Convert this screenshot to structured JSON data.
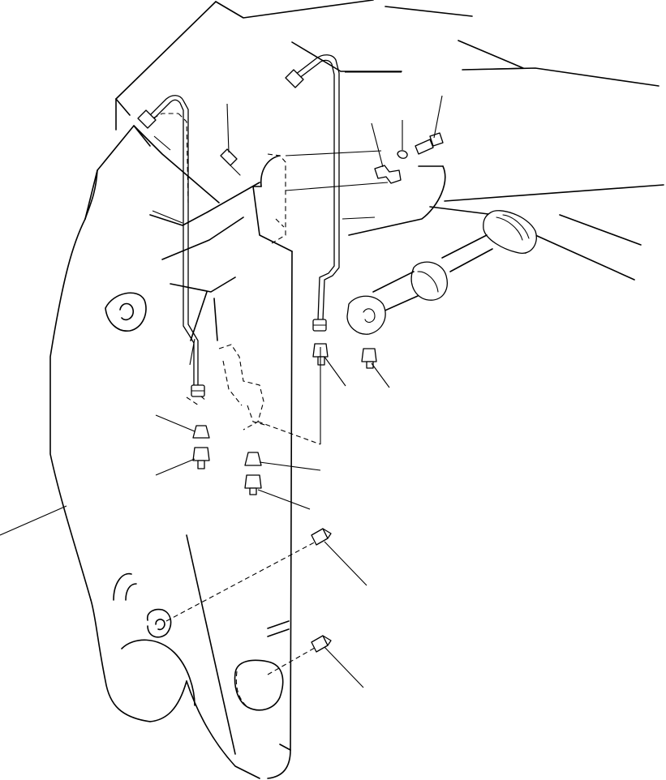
{
  "figure": {
    "domain": "parts-diagram",
    "printed_text": []
  },
  "colors": {
    "ink": "#000000",
    "paper": "#ffffff"
  },
  "components": [
    {
      "id": "boom-arm",
      "icon": "boom-arm-outline"
    },
    {
      "id": "upper-frame",
      "icon": "frame-outline"
    },
    {
      "id": "boom-cylinder",
      "icon": "hydraulic-cylinder"
    },
    {
      "id": "grease-line-left",
      "icon": "tube"
    },
    {
      "id": "grease-line-right",
      "icon": "tube"
    },
    {
      "id": "grease-fittings",
      "icon": "grease-nipple",
      "count": 7
    },
    {
      "id": "elbow-fittings",
      "icon": "elbow-connector",
      "count": 2
    },
    {
      "id": "clamp",
      "icon": "pipe-clamp"
    },
    {
      "id": "bolt",
      "icon": "hex-bolt"
    },
    {
      "id": "washer",
      "icon": "washer"
    }
  ],
  "leader_lines": 22
}
